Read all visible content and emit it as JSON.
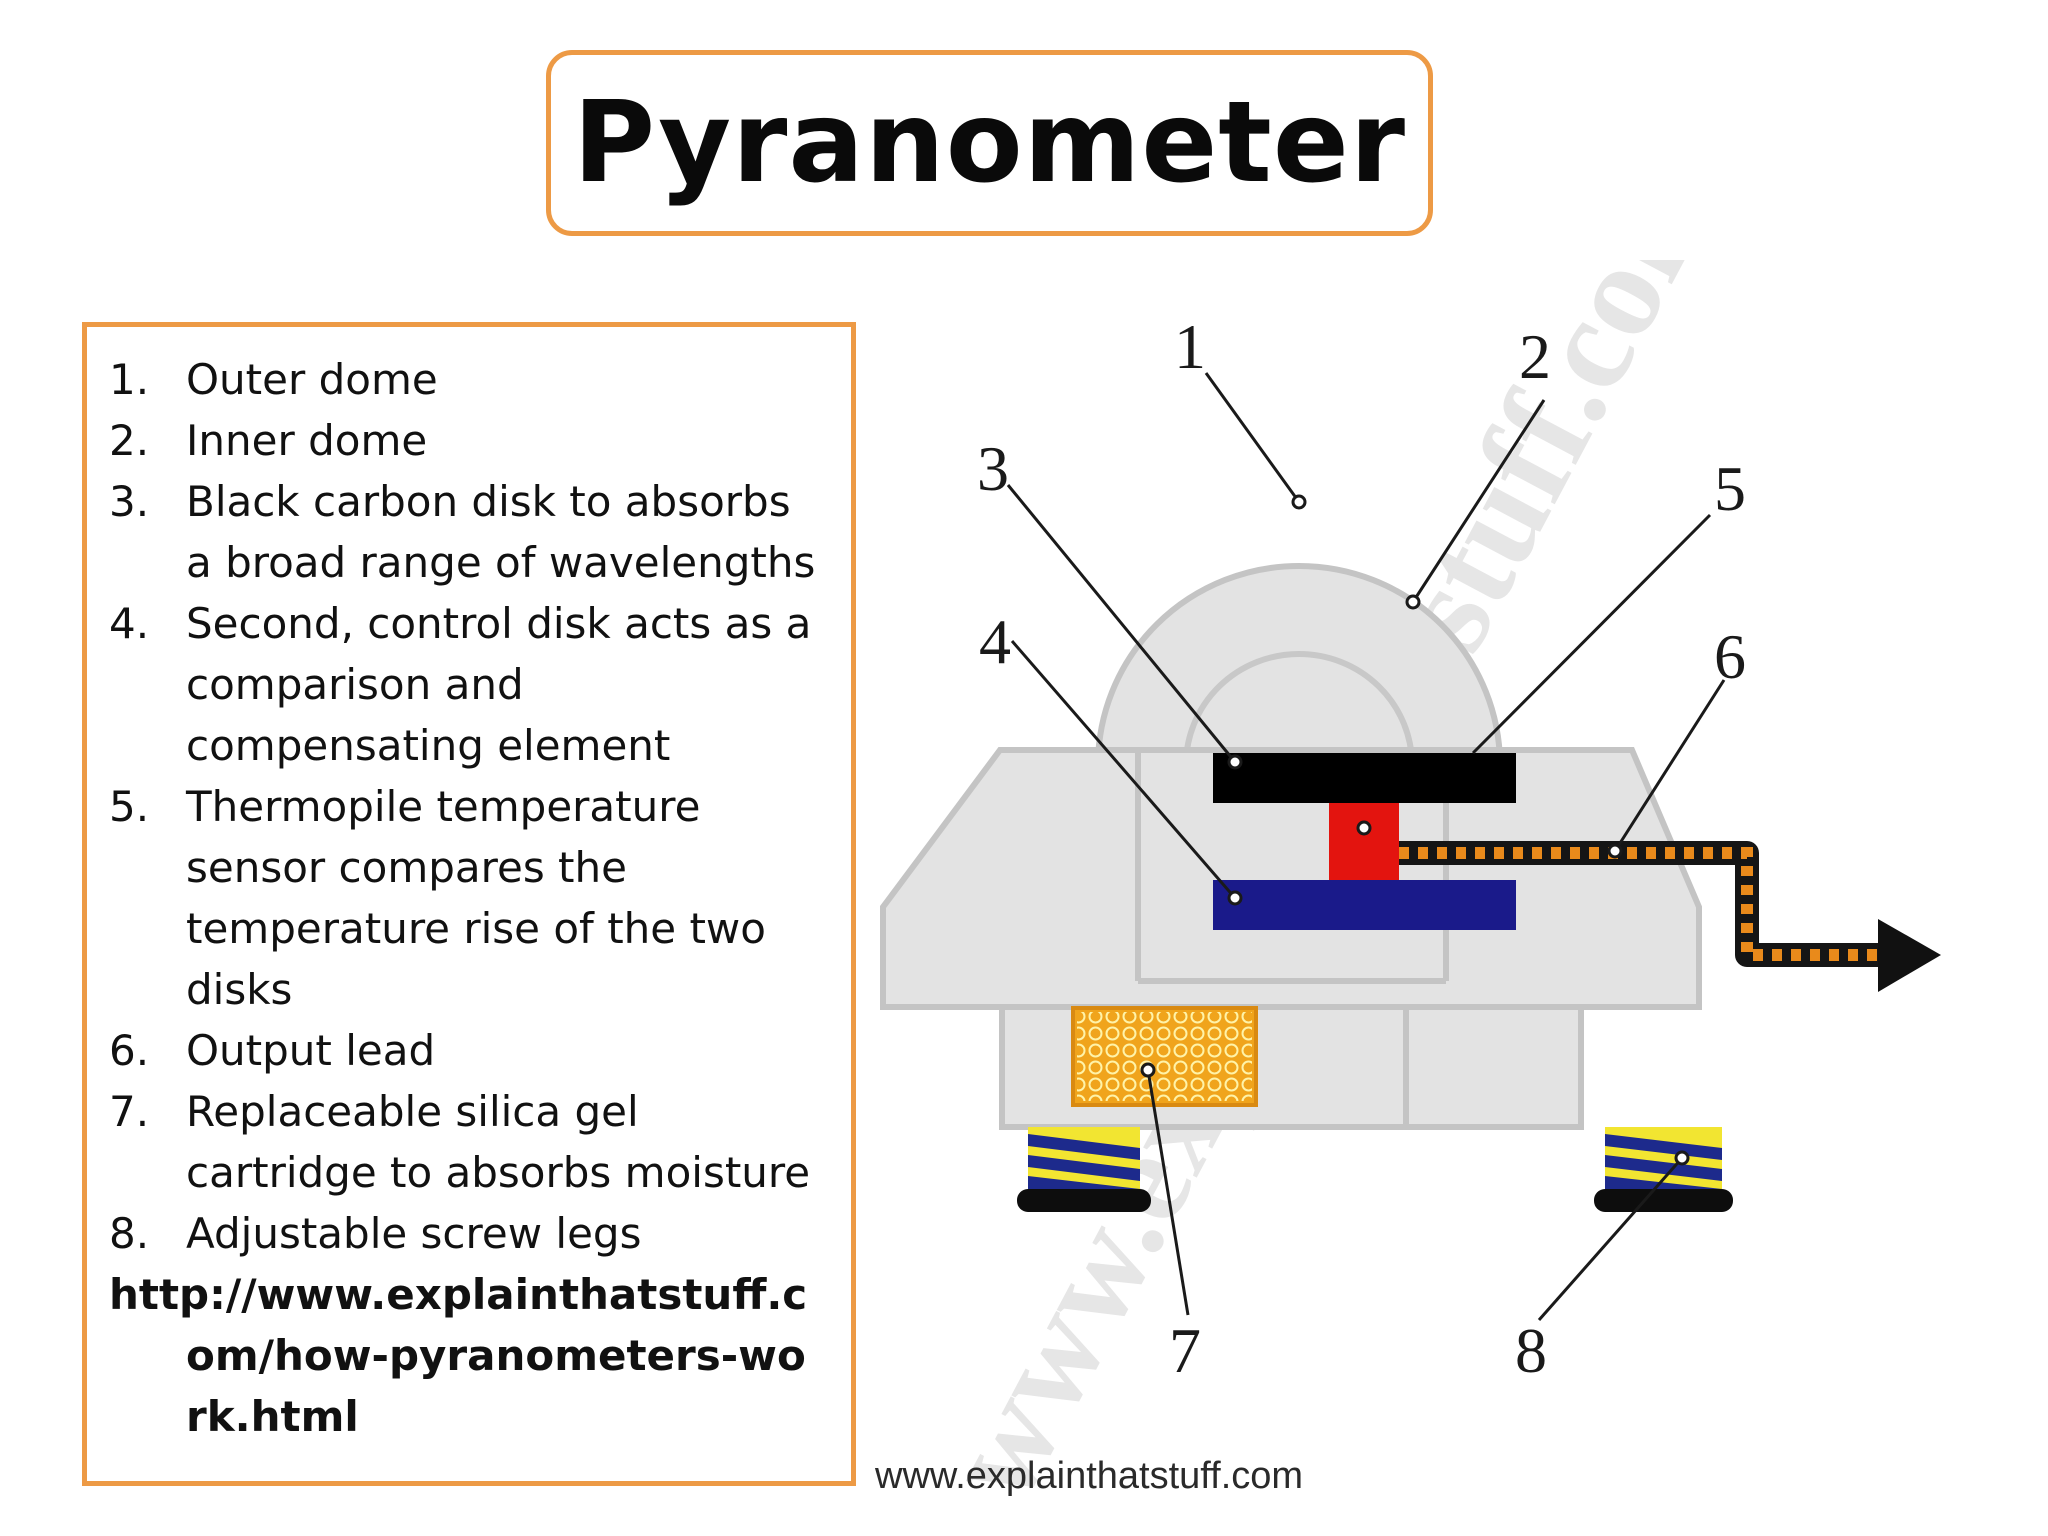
{
  "title": "Pyranometer",
  "legend": {
    "items": [
      {
        "num": "1.",
        "text": "Outer dome"
      },
      {
        "num": "2.",
        "text": "Inner dome"
      },
      {
        "num": "3.",
        "text": "Black carbon disk to absorbs a broad range of wavelengths"
      },
      {
        "num": "4.",
        "text": "Second, control disk acts as a comparison and compensating element"
      },
      {
        "num": "5.",
        "text": "Thermopile temperature sensor compares the temperature rise of the two disks"
      },
      {
        "num": "6.",
        "text": "Output lead"
      },
      {
        "num": "7.",
        "text": "Replaceable silica gel cartridge to absorbs moisture"
      },
      {
        "num": "8.",
        "text": "Adjustable screw legs"
      }
    ],
    "source": "http://www.explainthatstuff.com/how-pyranometers-work.html"
  },
  "diagram": {
    "callouts": [
      "1",
      "2",
      "3",
      "4",
      "5",
      "6",
      "7",
      "8"
    ],
    "watermark": "www.explainthatstuff.com",
    "credit": "www.explainthatstuff.com"
  },
  "colors": {
    "accent": "#ed9a45",
    "housing": "#e3e3e3",
    "housing_outline": "#c4c4c4",
    "black_disk": "#000000",
    "control_disk": "#1a1a8a",
    "thermopile": "#e3140f",
    "lead": "#e98a1b",
    "cartridge": "#f0a41c",
    "spring_yellow": "#f2e531",
    "spring_blue": "#1d2a8c"
  }
}
